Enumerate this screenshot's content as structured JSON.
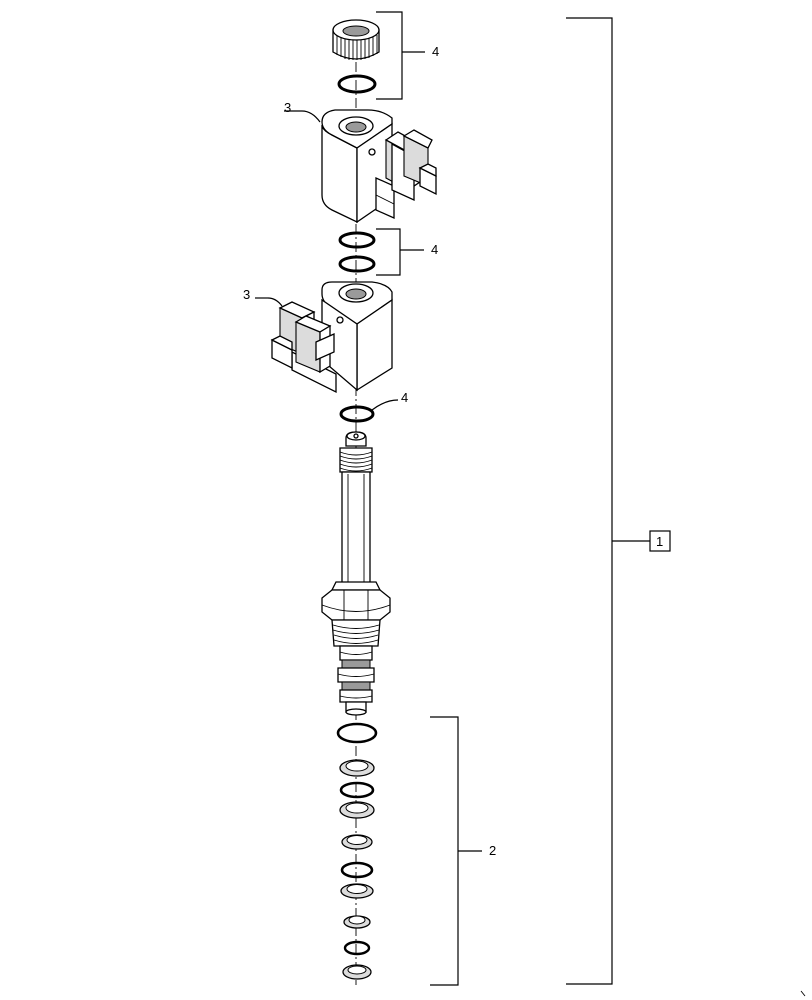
{
  "callouts": [
    {
      "id": "nut_group",
      "label": "4"
    },
    {
      "id": "coil_upper",
      "label": "3"
    },
    {
      "id": "orings_middle",
      "label": "4"
    },
    {
      "id": "coil_lower",
      "label": "3"
    },
    {
      "id": "oring_lower",
      "label": "4"
    },
    {
      "id": "assembly",
      "label": "1"
    },
    {
      "id": "seal_kit",
      "label": "2"
    }
  ],
  "parts": [
    {
      "name": "knurled-nut-icon"
    },
    {
      "name": "o-ring-icon"
    },
    {
      "name": "solenoid-coil-icon"
    },
    {
      "name": "valve-cartridge-icon"
    },
    {
      "name": "seal-ring-icon"
    }
  ]
}
